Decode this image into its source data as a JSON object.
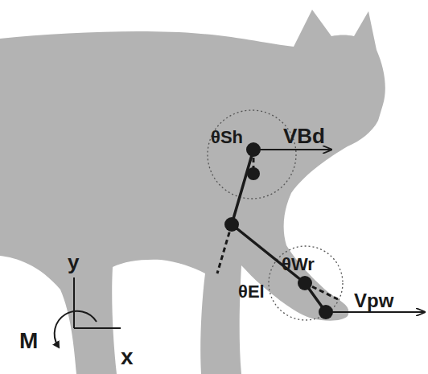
{
  "diagram": {
    "labels": [
      "θSh",
      "VBd",
      "θEl",
      "θWr",
      "Vpw",
      "y",
      "x",
      "M"
    ]
  }
}
